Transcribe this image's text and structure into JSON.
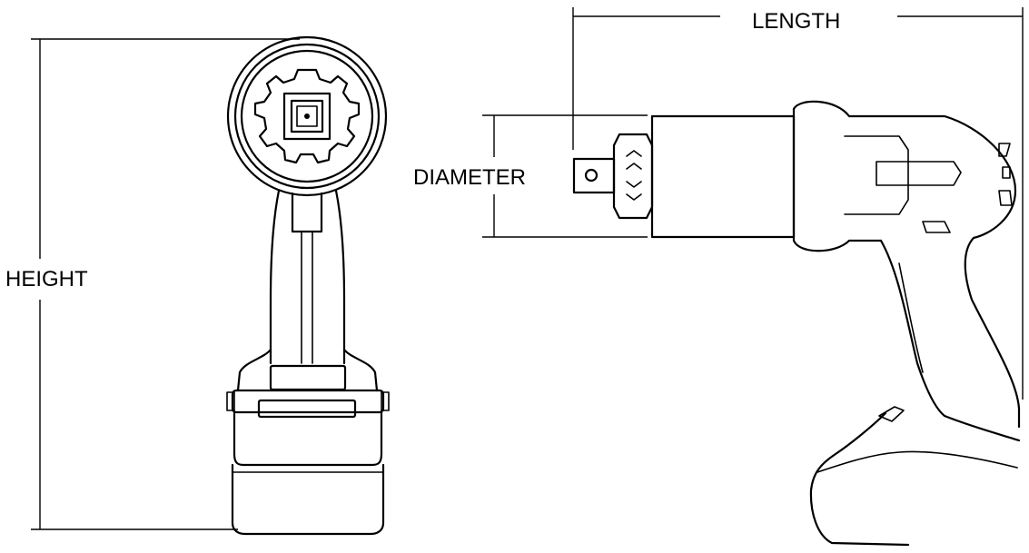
{
  "labels": {
    "length": "LENGTH",
    "diameter": "DIAMETER",
    "height": "HEIGHT"
  },
  "colors": {
    "line": "#000000",
    "background": "#ffffff"
  }
}
